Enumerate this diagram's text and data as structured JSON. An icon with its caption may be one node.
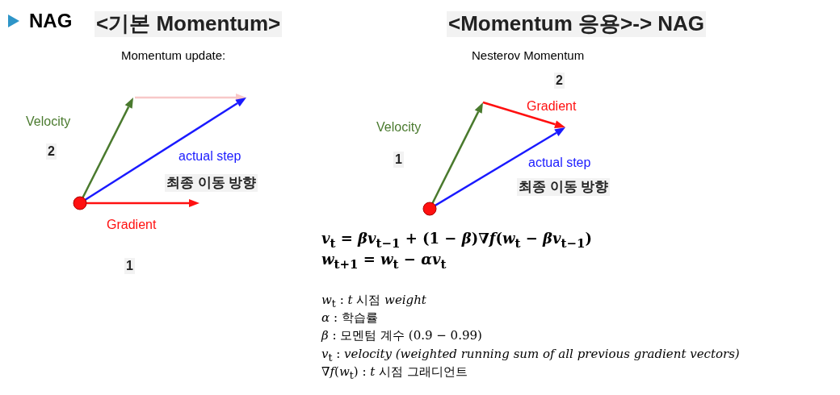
{
  "diagram": {
    "labels": [
      "NAG",
      "<기본 Momentum>",
      "<Momentum 응용>-> NAG",
      "Momentum update:",
      "Nesterov Momentum",
      "2",
      "Gradient",
      "Velocity",
      "Velocity",
      "2",
      "actual step",
      "1",
      "actual step",
      "최종 이동 방향",
      "최종 이동 방향",
      "Gradient",
      "*v*$_{t}$ = *βv*$_{t−1}$ + (1 − *β*)∇*f*(*w*$_{t}$ − *βv*$_{t−1}$)",
      "1",
      "*w*$_{t+1}$ = *w*$_{t}$ − *αv*$_{t}$",
      "*w*$_{t}$ : *t* 시점 *weight*",
      "*α* : 학습률",
      "*β* : 모멘텀 계수 (0.9 − 0.99)",
      "*v*$_{t}$ : *velocity (weighted running sum of all previous gradient vectors)*",
      "∇*f*(*w*$_{t}$) : *t* 시점 그래디언트"
    ]
  }
}
